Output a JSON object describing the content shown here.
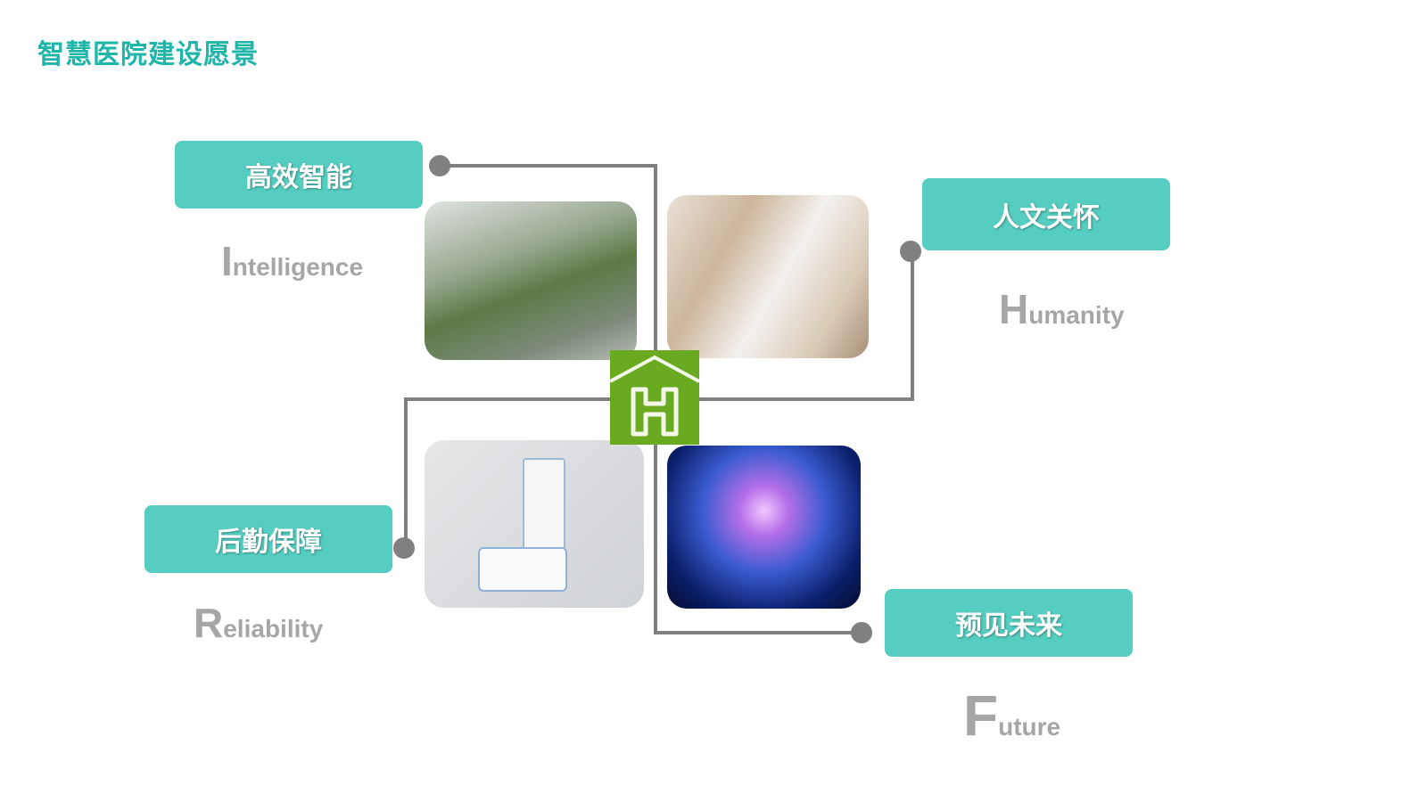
{
  "title": "智慧医院建设愿景",
  "sections": [
    {
      "label": "高效智能",
      "en_cap": "I",
      "en_rest": "ntelligence"
    },
    {
      "label": "人文关怀",
      "en_cap": "H",
      "en_rest": "umanity"
    },
    {
      "label": "后勤保障",
      "en_cap": "R",
      "en_rest": "eliability"
    },
    {
      "label": "预见未来",
      "en_cap": "F",
      "en_rest": "uture"
    }
  ],
  "colors": {
    "accent": "#55cdc0",
    "title": "#1fb5a8",
    "logo": "#6aaa20",
    "line": "#808080"
  }
}
